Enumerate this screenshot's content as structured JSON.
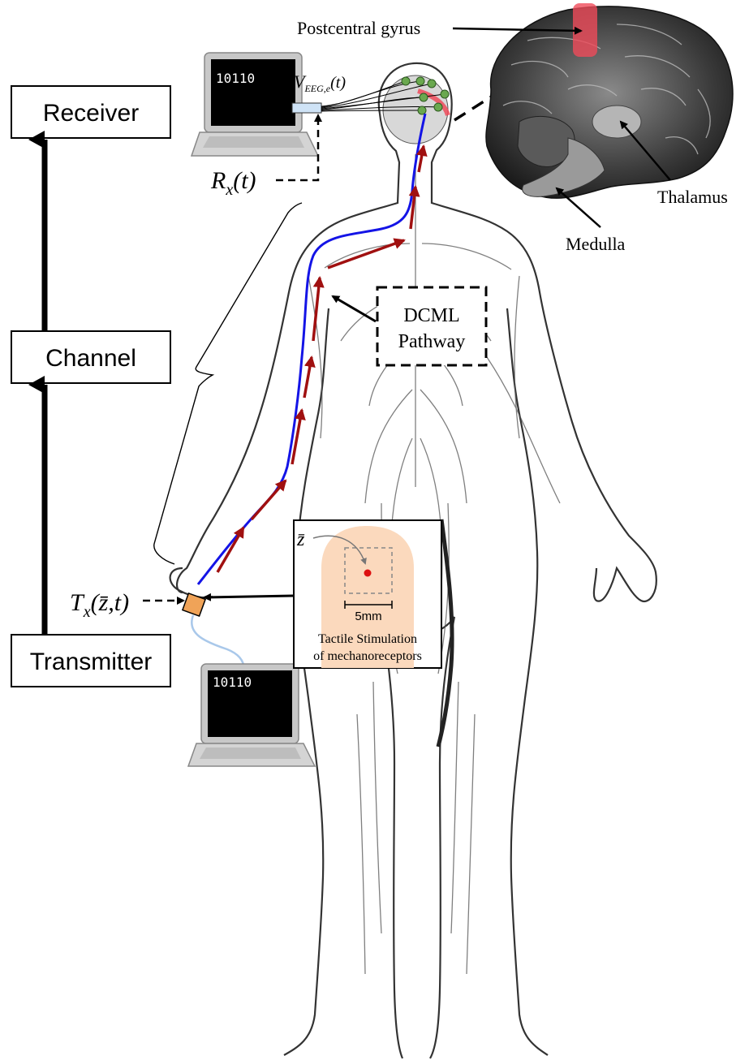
{
  "blocks": {
    "receiver": "Receiver",
    "channel": "Channel",
    "transmitter": "Transmitter"
  },
  "laptop_top": {
    "screen_text": "10110"
  },
  "laptop_bottom": {
    "screen_text": "10110"
  },
  "signals": {
    "eeg_v": "V",
    "eeg_sub": "EEG,e",
    "eeg_t": "(t)",
    "rx_r": "R",
    "rx_sub": "x",
    "rx_t": "(t)",
    "tx_t": "T",
    "tx_sub": "x",
    "tx_arg": "(z̄,t)"
  },
  "brain_labels": {
    "postcentral": "Postcentral gyrus",
    "thalamus": "Thalamus",
    "medulla": "Medulla"
  },
  "pathway": {
    "line1": "DCML",
    "line2": "Pathway"
  },
  "inset": {
    "z_label": "z̄",
    "scale": "5mm",
    "caption1": "Tactile Stimulation",
    "caption2": "of mechanoreceptors"
  },
  "colors": {
    "red_arrow": "#a01010",
    "blue_line": "#1414e6",
    "skin": "#fbd9bd",
    "highlight": "#ef4b5a",
    "electrode": "#6aa84f"
  }
}
